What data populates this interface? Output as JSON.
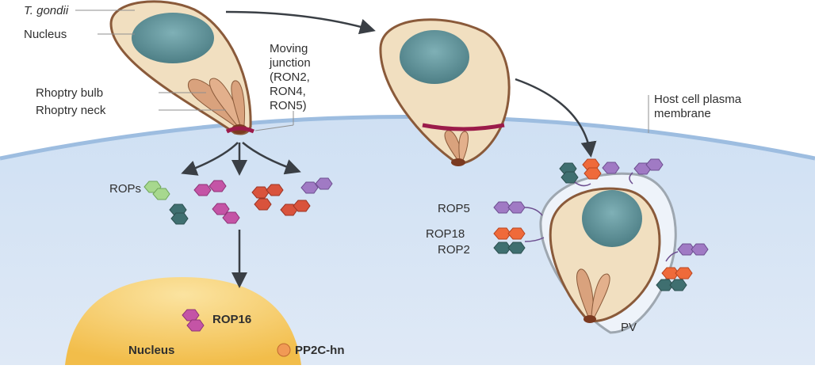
{
  "labels": {
    "t_gondii": "T. gondii",
    "nucleus_parasite": "Nucleus",
    "moving_junction": [
      "Moving",
      "junction",
      "(RON2,",
      "RON4,",
      "RON5)"
    ],
    "rhoptry_bulb": "Rhoptry bulb",
    "rhoptry_neck": "Rhoptry neck",
    "host_membrane": [
      "Host cell plasma",
      "membrane"
    ],
    "rops": "ROPs",
    "rop5": "ROP5",
    "rop18": "ROP18",
    "rop2": "ROP2",
    "pv": "PV",
    "rop16": "ROP16",
    "host_nucleus": "Nucleus",
    "pp2c": "PP2C-hn"
  },
  "colors": {
    "host_cytoplasm": "#d9e6f5",
    "host_membrane": "#9dbde0",
    "host_nucleus": "#f6c75c",
    "parasite_body": "#f1dfc0",
    "parasite_outline": "#8a5a3a",
    "parasite_nucleus": "#5e8f96",
    "rhoptry": "#d9a27d",
    "moving_junction": "#9b1b4a",
    "rop_green": "#a7d88e",
    "rop_magenta": "#c454a6",
    "rop_red": "#d9533c",
    "rop_purple": "#a07ac4",
    "rop_teal": "#3f6f70",
    "rop_orange": "#ef6a3a",
    "pp2c": "#f19a55"
  }
}
